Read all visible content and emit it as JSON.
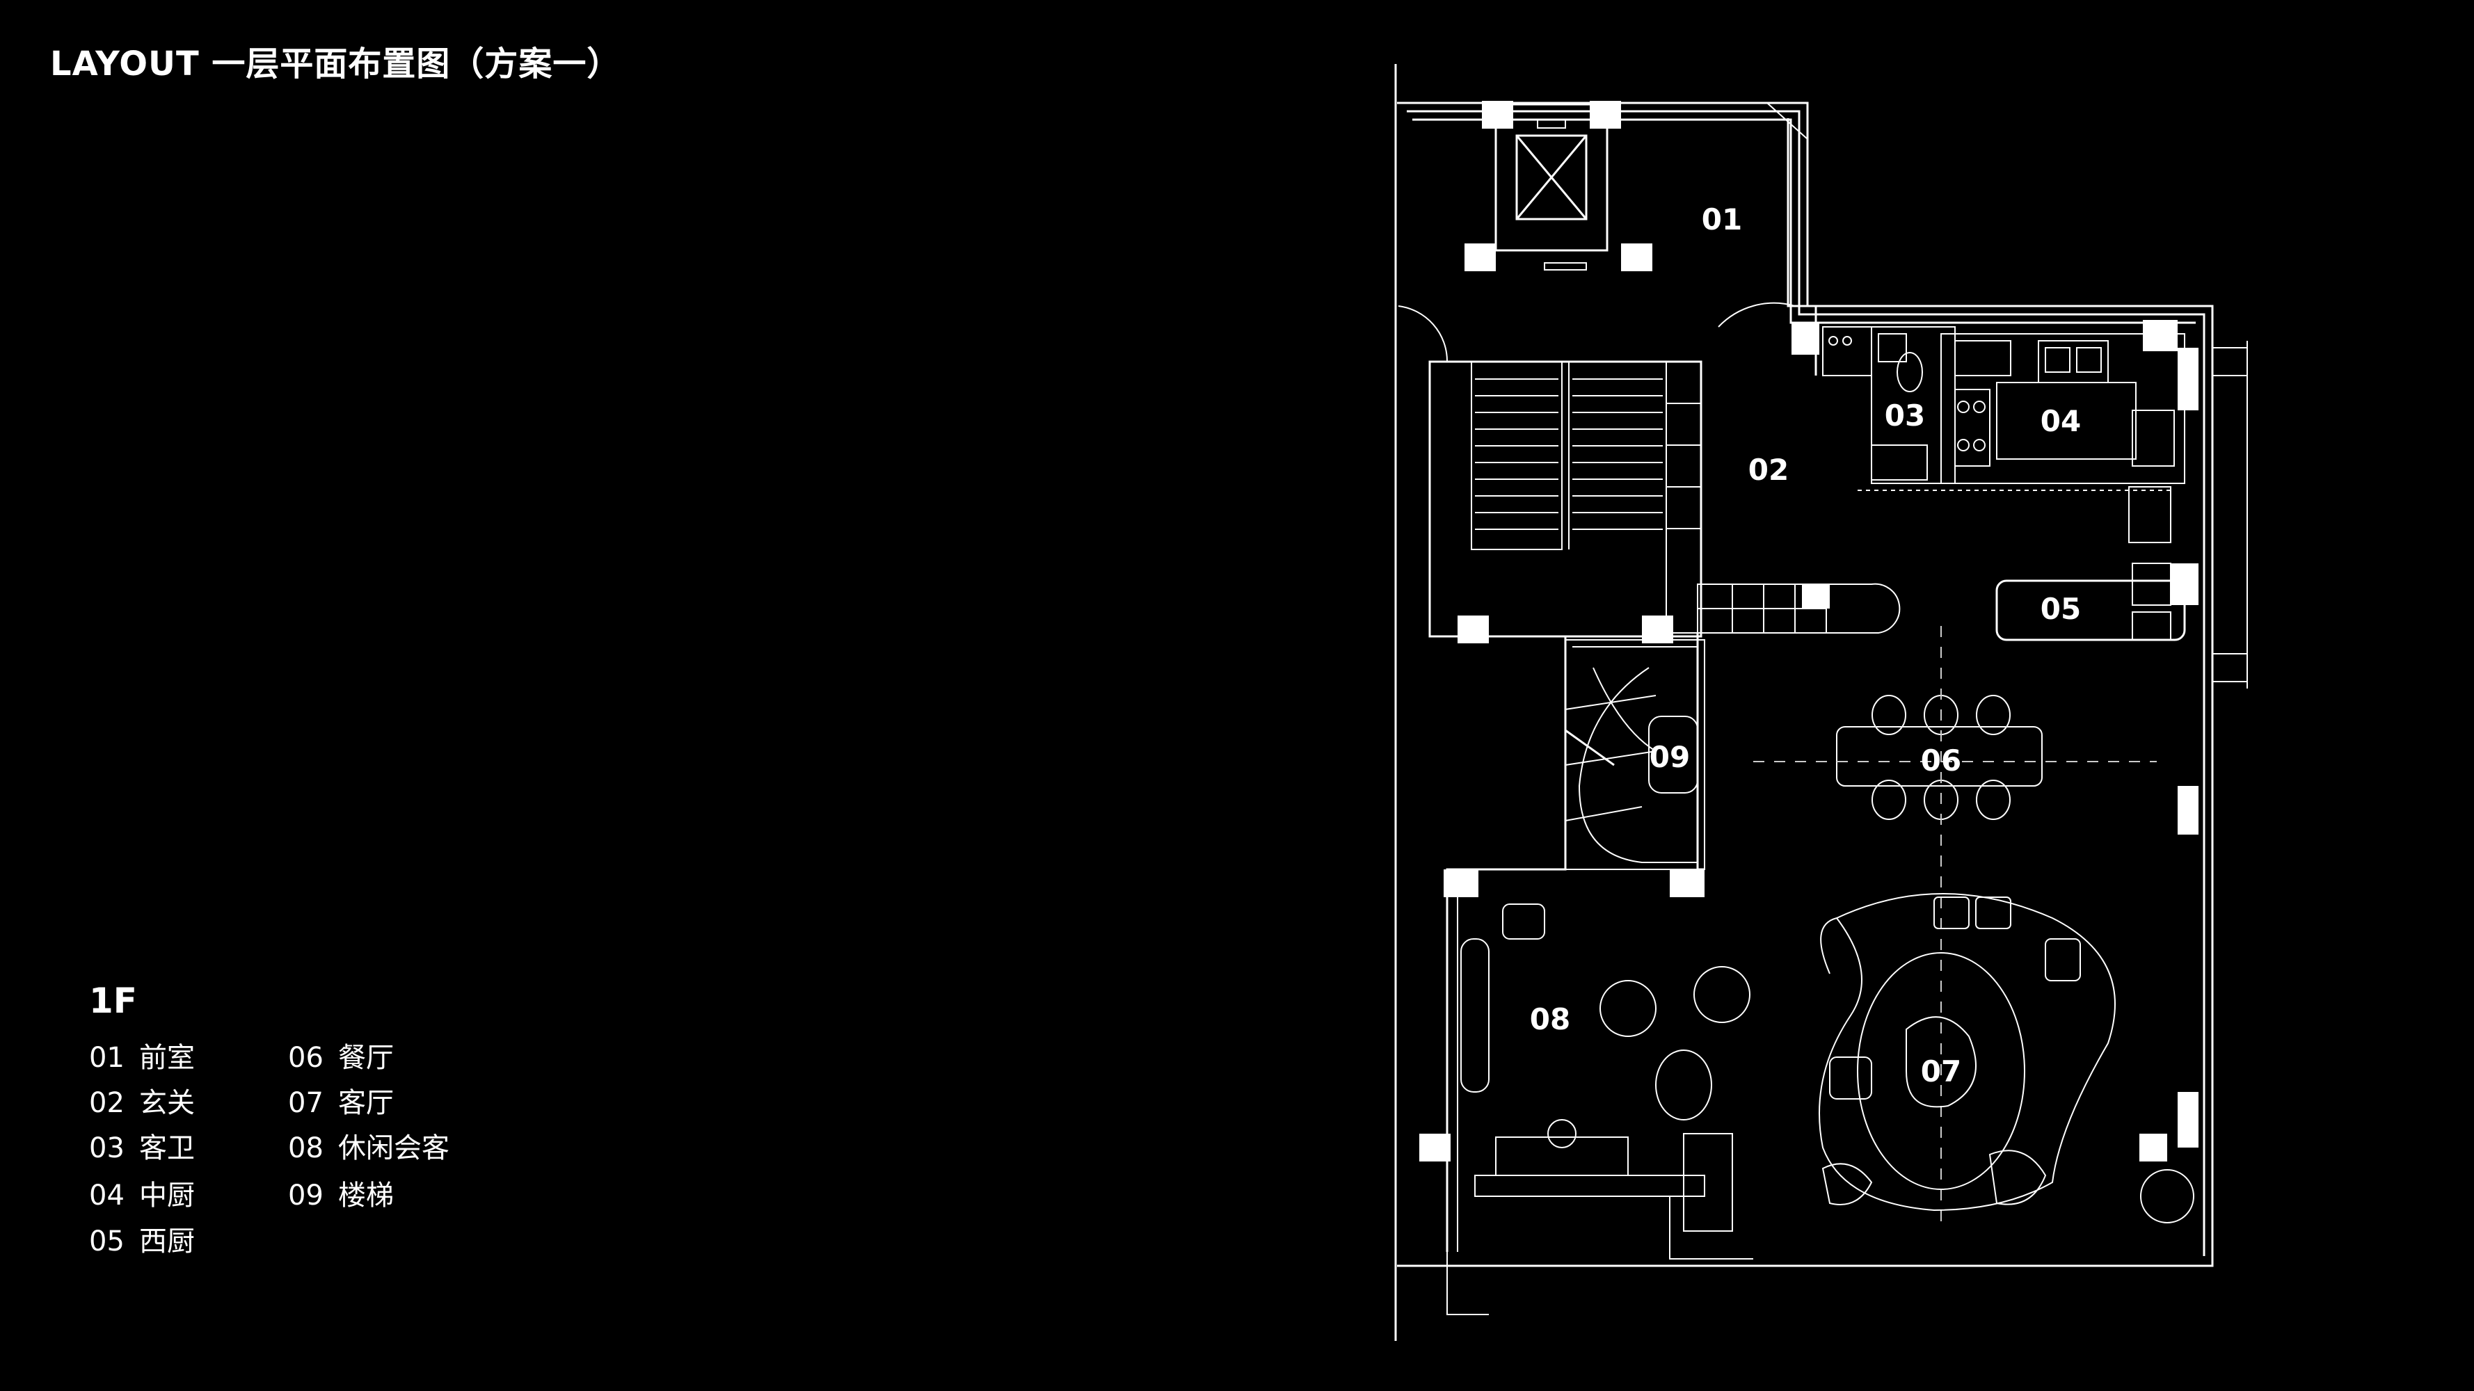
{
  "header": {
    "title": "LAYOUT 一层平面布置图（方案一）"
  },
  "legend": {
    "floor": "1F",
    "items": [
      {
        "num": "01",
        "name": "前室"
      },
      {
        "num": "02",
        "name": "玄关"
      },
      {
        "num": "03",
        "name": "客卫"
      },
      {
        "num": "04",
        "name": "中厨"
      },
      {
        "num": "05",
        "name": "西厨"
      },
      {
        "num": "06",
        "name": "餐厅"
      },
      {
        "num": "07",
        "name": "客厅"
      },
      {
        "num": "08",
        "name": "休闲会客"
      },
      {
        "num": "09",
        "name": "楼梯"
      }
    ]
  },
  "plan": {
    "labels": {
      "r01": "01",
      "r02": "02",
      "r03": "03",
      "r04": "04",
      "r05": "05",
      "r06": "06",
      "r07": "07",
      "r08": "08",
      "r09": "09"
    },
    "colors": {
      "background": "#000000",
      "lines": "#ffffff",
      "walls": "#ffffff",
      "dashed": "#cccccc"
    }
  }
}
